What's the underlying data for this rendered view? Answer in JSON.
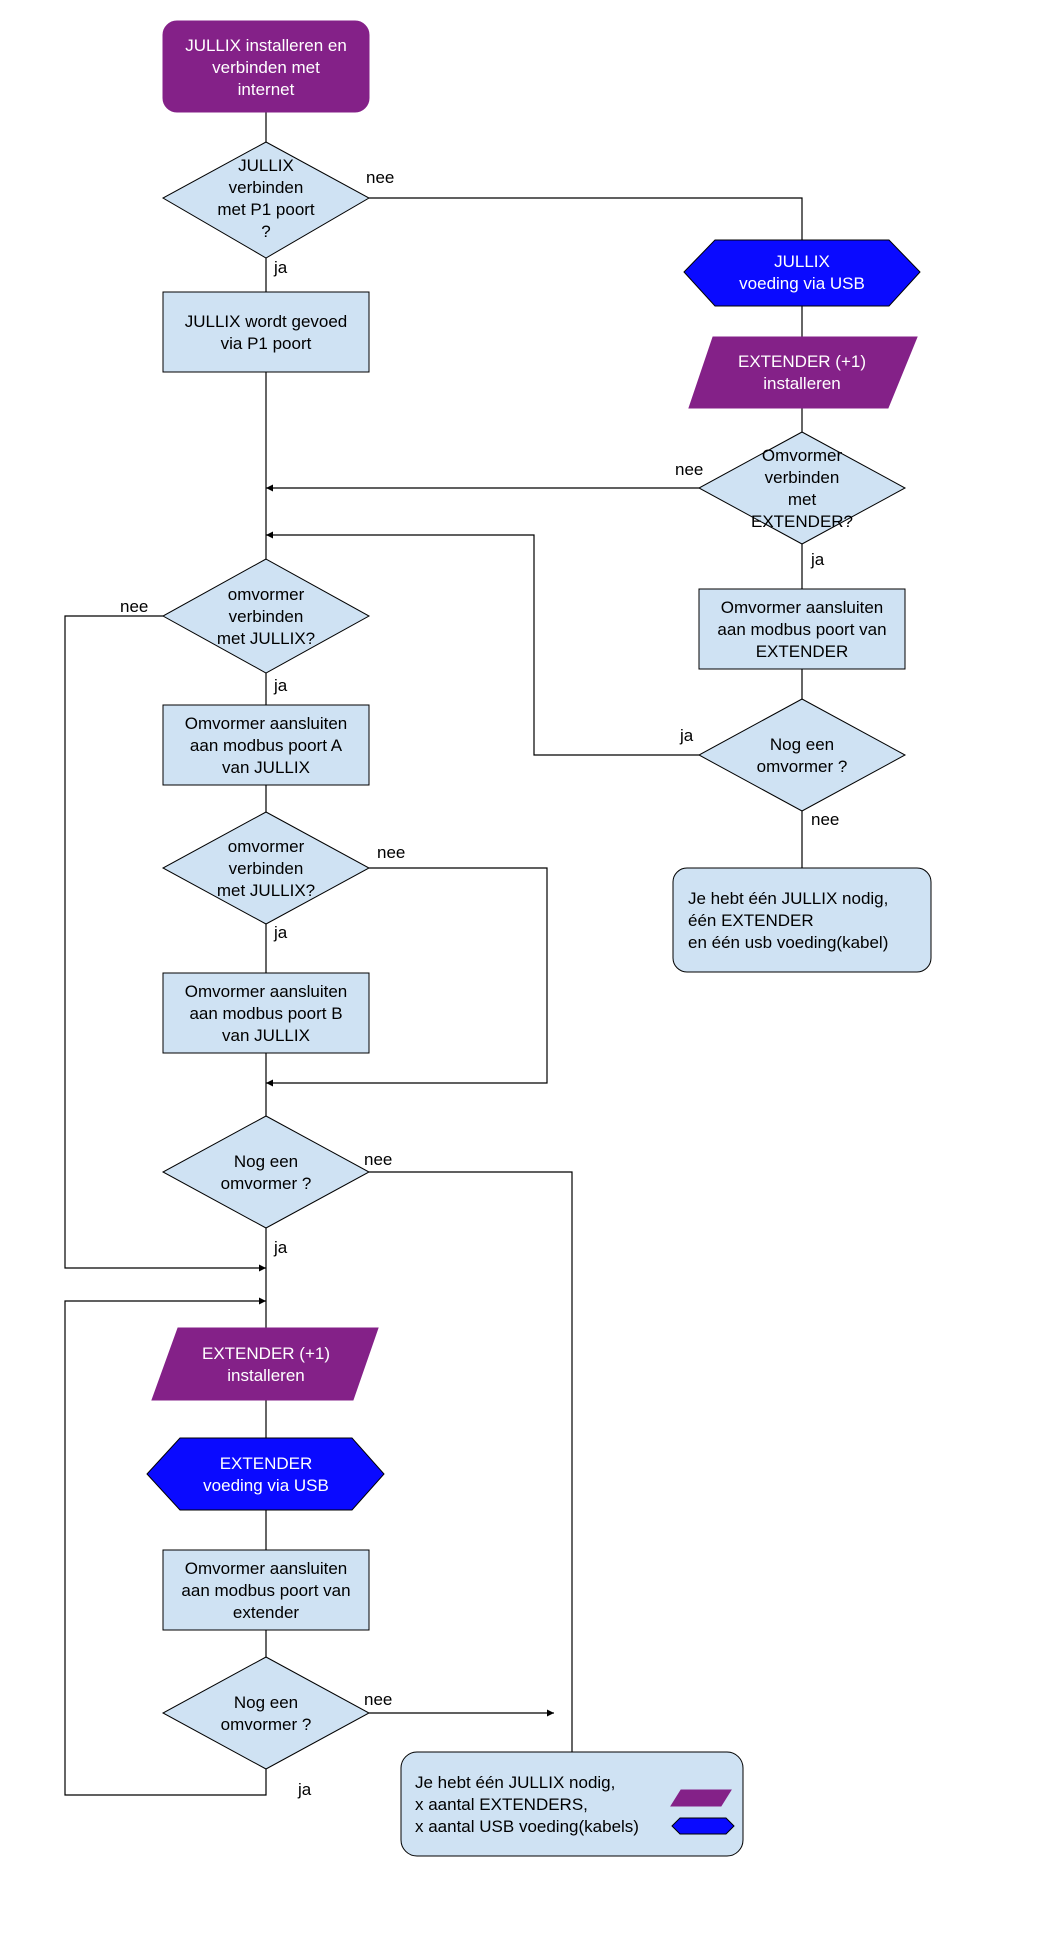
{
  "colors": {
    "terminal_start": "#842188",
    "extender_parallelogram": "#842188",
    "usb_hexagon": "#0a0aff",
    "process_and_decision": "#cfe2f3",
    "lines": "#000000"
  },
  "nodes": {
    "start": [
      "JULLIX installeren en",
      "verbinden met",
      "internet"
    ],
    "d_p1": [
      "JULLIX",
      "verbinden",
      "met P1 poort",
      "?"
    ],
    "p_p1_power": [
      "JULLIX wordt gevoed",
      "via P1 poort"
    ],
    "hex_jullix_usb": [
      "JULLIX",
      "voeding via USB"
    ],
    "para_extender_right": [
      "EXTENDER (+1)",
      "installeren"
    ],
    "d_omv_extender": [
      "Omvormer",
      "verbinden",
      "met",
      "EXTENDER?"
    ],
    "p_modbus_extender_right": [
      "Omvormer aansluiten",
      "aan modbus poort van",
      "EXTENDER"
    ],
    "d_nog_een_right": [
      "Nog een",
      "omvormer ?"
    ],
    "end_right": [
      "Je hebt één JULLIX nodig,",
      "één EXTENDER",
      "en één usb voeding(kabel)"
    ],
    "d_omv_jullix_1": [
      "omvormer",
      "verbinden",
      "met JULLIX?"
    ],
    "p_modbus_a": [
      "Omvormer aansluiten",
      "aan modbus poort A",
      "van JULLIX"
    ],
    "d_omv_jullix_2": [
      "omvormer",
      "verbinden",
      "met JULLIX?"
    ],
    "p_modbus_b": [
      "Omvormer aansluiten",
      "aan modbus poort B",
      "van JULLIX"
    ],
    "d_nog_een_mid": [
      "Nog een",
      "omvormer ?"
    ],
    "para_extender_left": [
      "EXTENDER (+1)",
      "installeren"
    ],
    "hex_extender_usb": [
      "EXTENDER",
      "voeding via USB"
    ],
    "p_modbus_extender_left": [
      "Omvormer aansluiten",
      "aan modbus poort van",
      "extender"
    ],
    "d_nog_een_bottom": [
      "Nog een",
      "omvormer ?"
    ],
    "end_bottom": [
      "Je hebt één JULLIX nodig,",
      "x aantal EXTENDERS,",
      "x aantal USB voeding(kabels)"
    ]
  },
  "edge_labels": {
    "p1_no": "nee",
    "p1_yes": "ja",
    "omv_extender_no": "nee",
    "omv_extender_yes": "ja",
    "nog_een_right_yes": "ja",
    "nog_een_right_no": "nee",
    "omv_jullix_1_no": "nee",
    "omv_jullix_1_yes": "ja",
    "omv_jullix_2_no": "nee",
    "omv_jullix_2_yes": "ja",
    "nog_een_mid_no": "nee",
    "nog_een_mid_yes": "ja",
    "nog_een_bottom_no": "nee",
    "nog_een_bottom_yes": "ja"
  },
  "legend_icons": [
    "extender-parallelogram-icon",
    "usb-hexagon-icon"
  ]
}
